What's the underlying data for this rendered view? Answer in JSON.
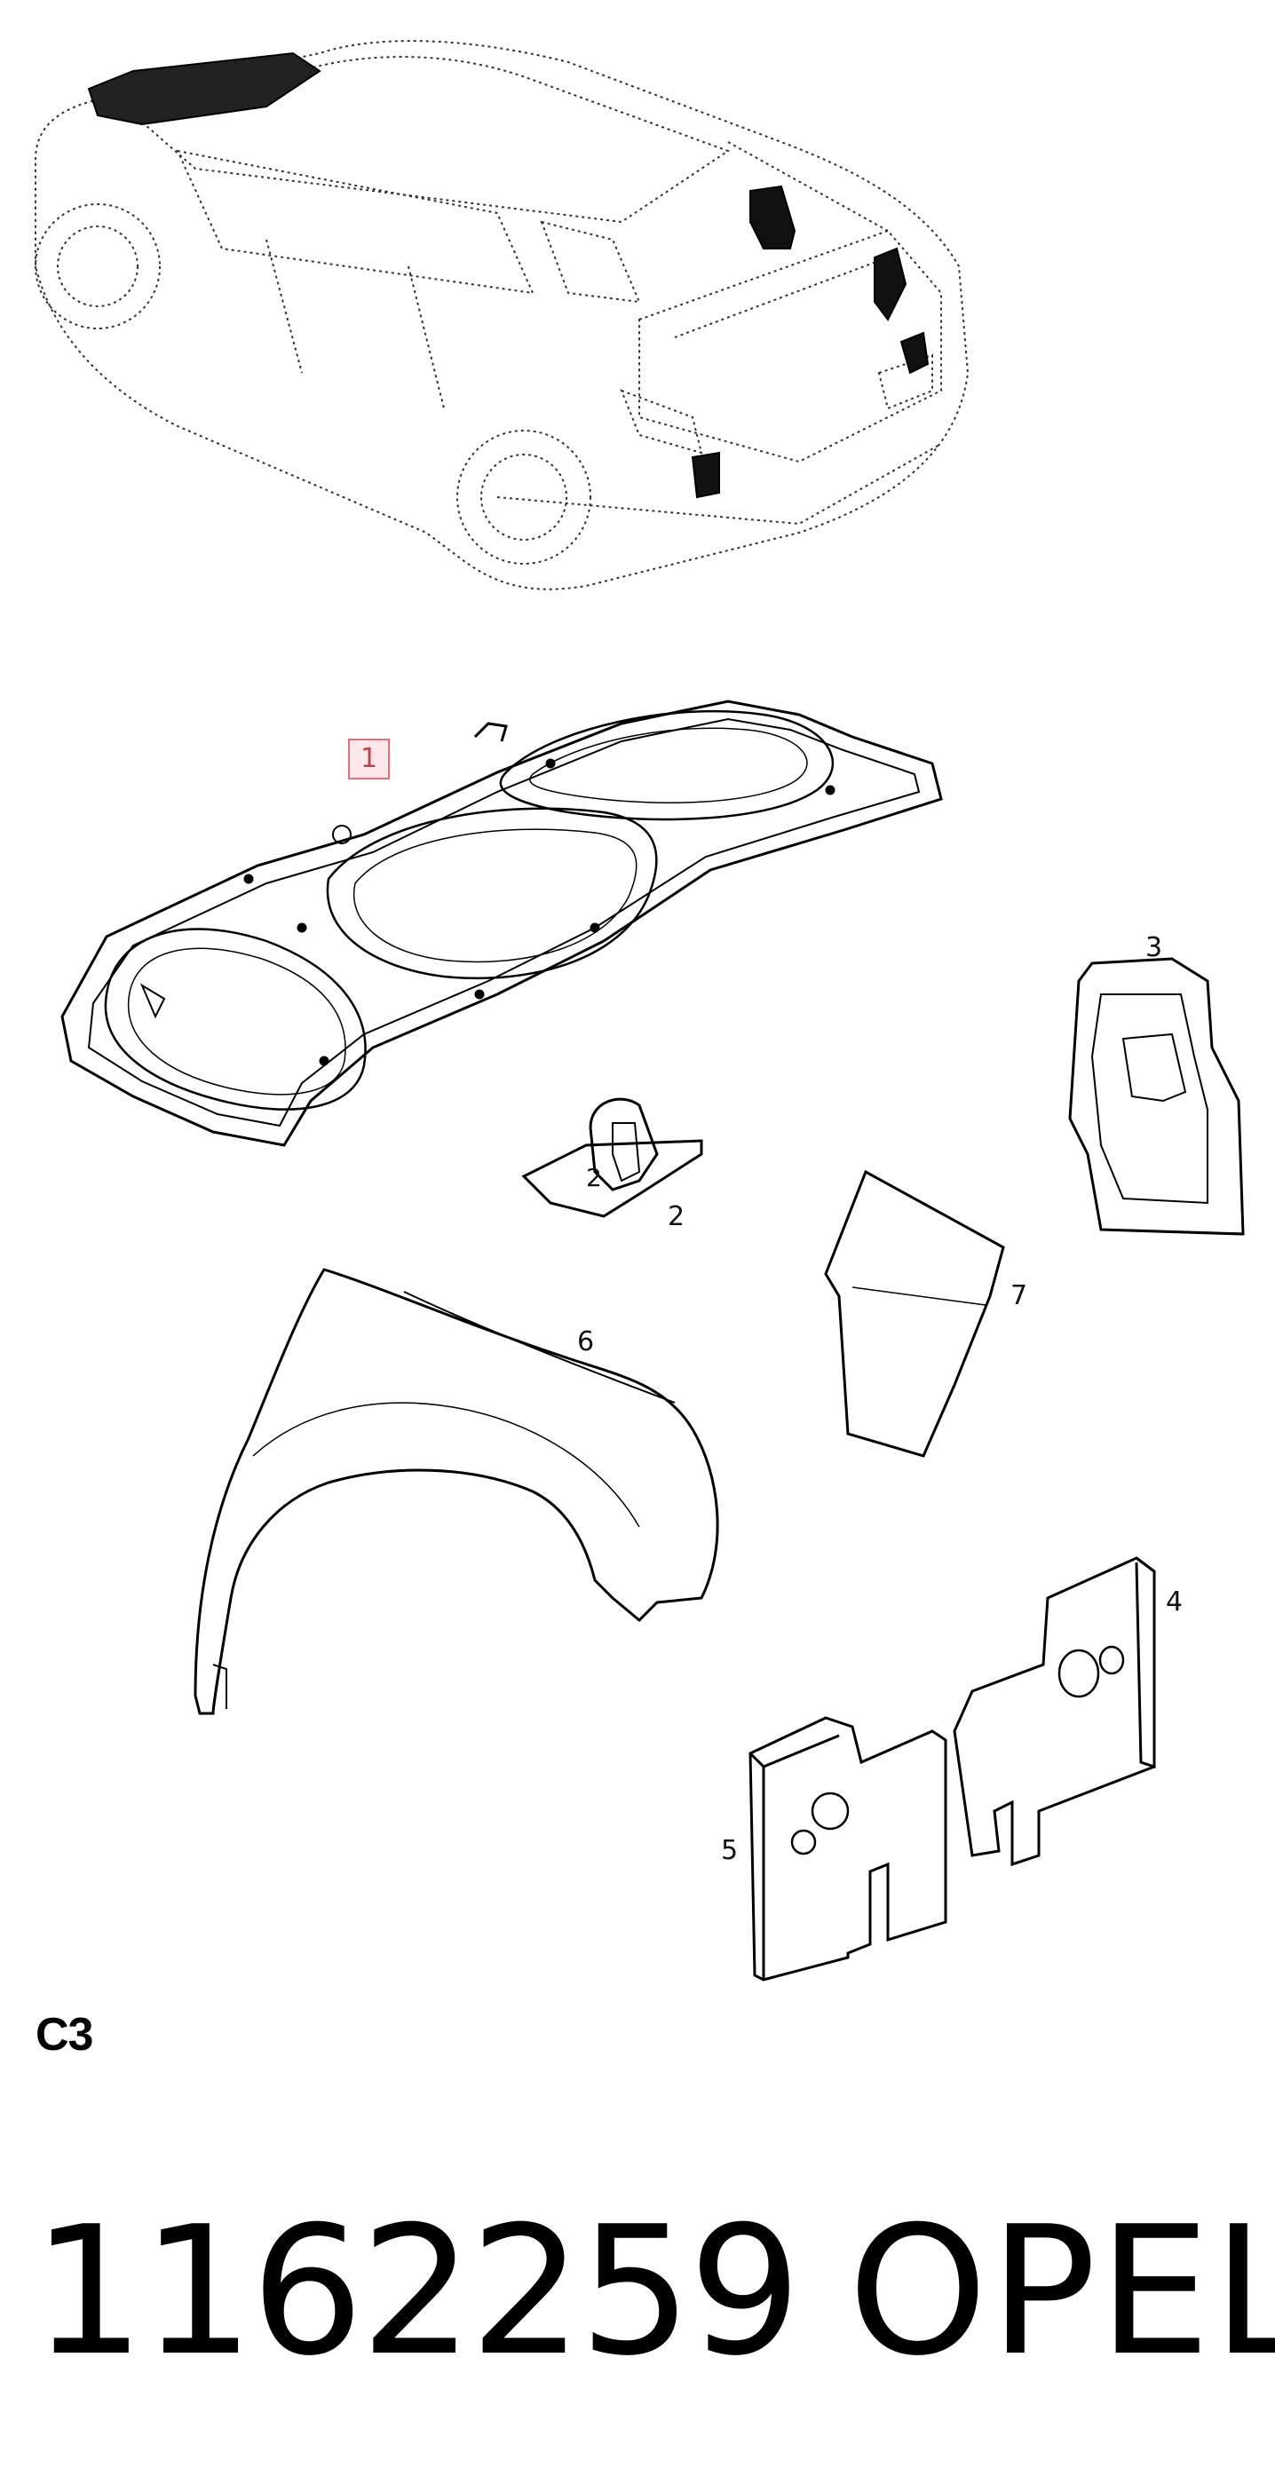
{
  "callouts": {
    "c1": "1",
    "c2a": "2",
    "c2b": "2",
    "c3": "3",
    "c4": "4",
    "c5": "5",
    "c6": "6",
    "c7": "7"
  },
  "section_code": "C3",
  "part_number": "1162259",
  "brand": "OPEL",
  "colors": {
    "highlight_border": "#e0707a",
    "highlight_fill": "#fde7ea",
    "line": "#000000"
  }
}
